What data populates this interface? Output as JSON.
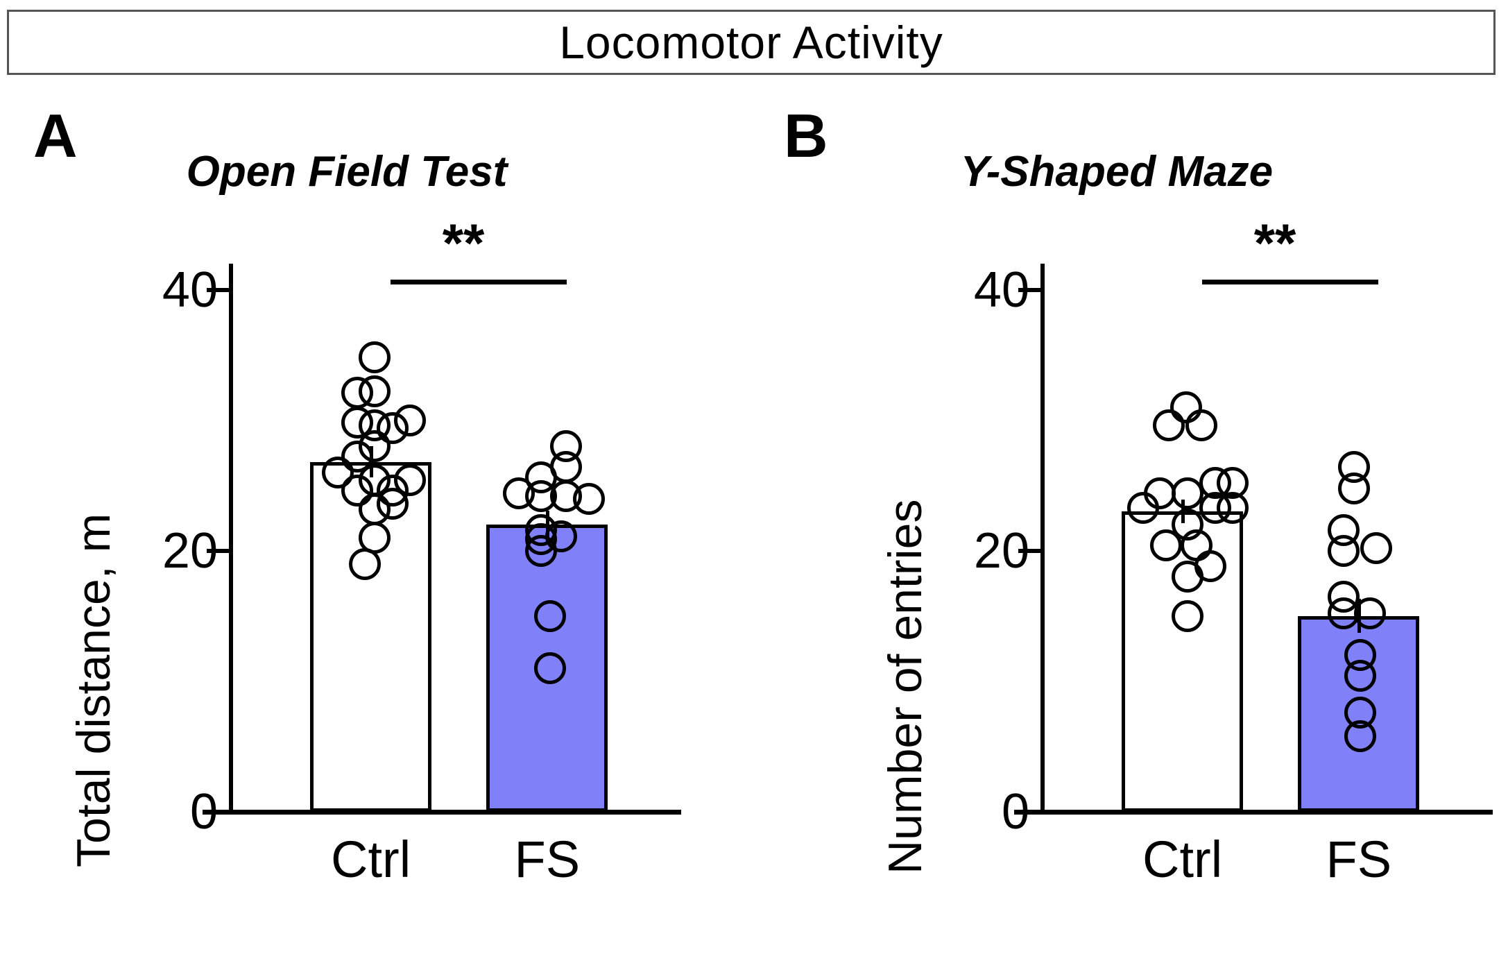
{
  "figure": {
    "banner_title": "Locomotor Activity"
  },
  "panels": [
    {
      "letter": "A",
      "subtitle": "Open Field Test",
      "significance": "**"
    },
    {
      "letter": "B",
      "subtitle": "Y-Shaped Maze",
      "significance": "**"
    }
  ],
  "chart_data": [
    {
      "type": "bar",
      "panel": "A",
      "title": "Open Field Test",
      "xlabel": "",
      "ylabel": "Total distance, m",
      "ylim": [
        0,
        42
      ],
      "yticks": [
        0,
        20,
        40
      ],
      "ytick_labels": [
        "0",
        "20",
        "40"
      ],
      "grid": false,
      "legend": "none",
      "categories": [
        "Ctrl",
        "FS"
      ],
      "values": [
        26.8,
        22.0
      ],
      "errors": [
        1.2,
        1.1
      ],
      "bar_colors": [
        "#ffffff",
        "#8080F8"
      ],
      "annotation": "**",
      "points": {
        "Ctrl": [
          {
            "value": 34.8,
            "jitter": 0.06
          },
          {
            "value": 32.2,
            "jitter": 0.06
          },
          {
            "value": 32.1,
            "jitter": -0.22
          },
          {
            "value": 29.8,
            "jitter": -0.22
          },
          {
            "value": 29.6,
            "jitter": 0.06
          },
          {
            "value": 29.4,
            "jitter": 0.34
          },
          {
            "value": 30.0,
            "jitter": 0.62
          },
          {
            "value": 28.0,
            "jitter": 0.06
          },
          {
            "value": 27.2,
            "jitter": -0.22
          },
          {
            "value": 26.0,
            "jitter": -0.52
          },
          {
            "value": 25.4,
            "jitter": 0.06
          },
          {
            "value": 25.4,
            "jitter": 0.62
          },
          {
            "value": 24.6,
            "jitter": -0.22
          },
          {
            "value": 24.6,
            "jitter": 0.34
          },
          {
            "value": 23.6,
            "jitter": 0.34
          },
          {
            "value": 23.2,
            "jitter": 0.06
          },
          {
            "value": 21.0,
            "jitter": 0.06
          },
          {
            "value": 19.0,
            "jitter": -0.1
          }
        ],
        "FS": [
          {
            "value": 28.0,
            "jitter": 0.3
          },
          {
            "value": 26.4,
            "jitter": 0.3
          },
          {
            "value": 25.6,
            "jitter": -0.1
          },
          {
            "value": 24.4,
            "jitter": -0.45
          },
          {
            "value": 24.2,
            "jitter": -0.1
          },
          {
            "value": 24.2,
            "jitter": 0.3
          },
          {
            "value": 24.0,
            "jitter": 0.66
          },
          {
            "value": 21.6,
            "jitter": -0.1
          },
          {
            "value": 20.9,
            "jitter": -0.1
          },
          {
            "value": 21.1,
            "jitter": 0.22
          },
          {
            "value": 20.0,
            "jitter": -0.1
          },
          {
            "value": 15.0,
            "jitter": 0.05
          },
          {
            "value": 11.0,
            "jitter": 0.05
          }
        ]
      }
    },
    {
      "type": "bar",
      "panel": "B",
      "title": "Y-Shaped Maze",
      "xlabel": "",
      "ylabel": "Number of entries",
      "ylim": [
        0,
        42
      ],
      "yticks": [
        0,
        20,
        40
      ],
      "ytick_labels": [
        "0",
        "20",
        "40"
      ],
      "grid": false,
      "legend": "none",
      "categories": [
        "Ctrl",
        "FS"
      ],
      "values": [
        23.0,
        15.0
      ],
      "errors": [
        0.9,
        1.3
      ],
      "bar_colors": [
        "#ffffff",
        "#8080F8"
      ],
      "annotation": "**",
      "points": {
        "Ctrl": [
          {
            "value": 31.0,
            "jitter": 0.06
          },
          {
            "value": 29.6,
            "jitter": -0.22
          },
          {
            "value": 29.6,
            "jitter": 0.3
          },
          {
            "value": 25.2,
            "jitter": 0.52
          },
          {
            "value": 25.2,
            "jitter": 0.8
          },
          {
            "value": 24.4,
            "jitter": -0.36
          },
          {
            "value": 24.4,
            "jitter": 0.08
          },
          {
            "value": 23.3,
            "jitter": -0.62
          },
          {
            "value": 23.3,
            "jitter": 0.52
          },
          {
            "value": 23.3,
            "jitter": 0.8
          },
          {
            "value": 22.0,
            "jitter": 0.08
          },
          {
            "value": 20.4,
            "jitter": -0.26
          },
          {
            "value": 20.4,
            "jitter": 0.22
          },
          {
            "value": 18.8,
            "jitter": 0.44
          },
          {
            "value": 18.0,
            "jitter": 0.08
          },
          {
            "value": 15.0,
            "jitter": 0.08
          }
        ],
        "FS": [
          {
            "value": 26.4,
            "jitter": -0.08
          },
          {
            "value": 24.8,
            "jitter": -0.08
          },
          {
            "value": 21.6,
            "jitter": -0.24
          },
          {
            "value": 20.2,
            "jitter": 0.28
          },
          {
            "value": 20.0,
            "jitter": -0.24
          },
          {
            "value": 16.5,
            "jitter": -0.24
          },
          {
            "value": 15.2,
            "jitter": -0.24
          },
          {
            "value": 15.2,
            "jitter": 0.18
          },
          {
            "value": 12.0,
            "jitter": 0.02
          },
          {
            "value": 10.4,
            "jitter": 0.02
          },
          {
            "value": 7.6,
            "jitter": 0.02
          },
          {
            "value": 5.8,
            "jitter": 0.02
          }
        ]
      }
    }
  ]
}
